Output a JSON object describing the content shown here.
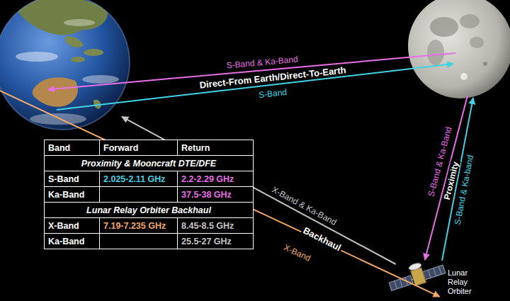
{
  "diagram": {
    "nodes": [
      {
        "text": []
      },
      {
        "text": []
      },
      {
        "text": [
          "Lunar Relay Orbiter"
        ]
      }
    ],
    "edges": [
      {
        "from": 1,
        "to": 0,
        "arrow": "to",
        "label": "S-Band & Ka-Band"
      },
      {
        "from": 0,
        "to": 1,
        "arrow": "to",
        "label": "S-Band"
      },
      {
        "from": 1,
        "to": 2,
        "arrow": "to",
        "label": "S-Band & Ka-Band"
      },
      {
        "from": 2,
        "to": 1,
        "arrow": "to",
        "label": "S-Band & Ka-band"
      },
      {
        "from": 2,
        "to": 0,
        "arrow": "to",
        "label": "X-Band & Ka-Band"
      },
      {
        "from": 0,
        "to": 2,
        "arrow": "to",
        "label": "X-Band"
      }
    ],
    "labels": [
      "Direct-From Earth/Direct-To-Earth",
      "Proximity",
      "Backhaul",
      "Band",
      "Forward",
      "Return",
      "Proximity & Mooncraft DTE/DFE",
      "S-Band",
      "2.025-2.11 GHz",
      "2.2-2.29 GHz",
      "Ka-Band",
      "37.5-38 GHz",
      "Lunar Relay Orbiter Backhaul",
      "X-Band",
      "7.19-7.235 GHz",
      "8.45-8.5 GHz",
      "Ka-Band",
      "25.5-27 GHz"
    ]
  }
}
